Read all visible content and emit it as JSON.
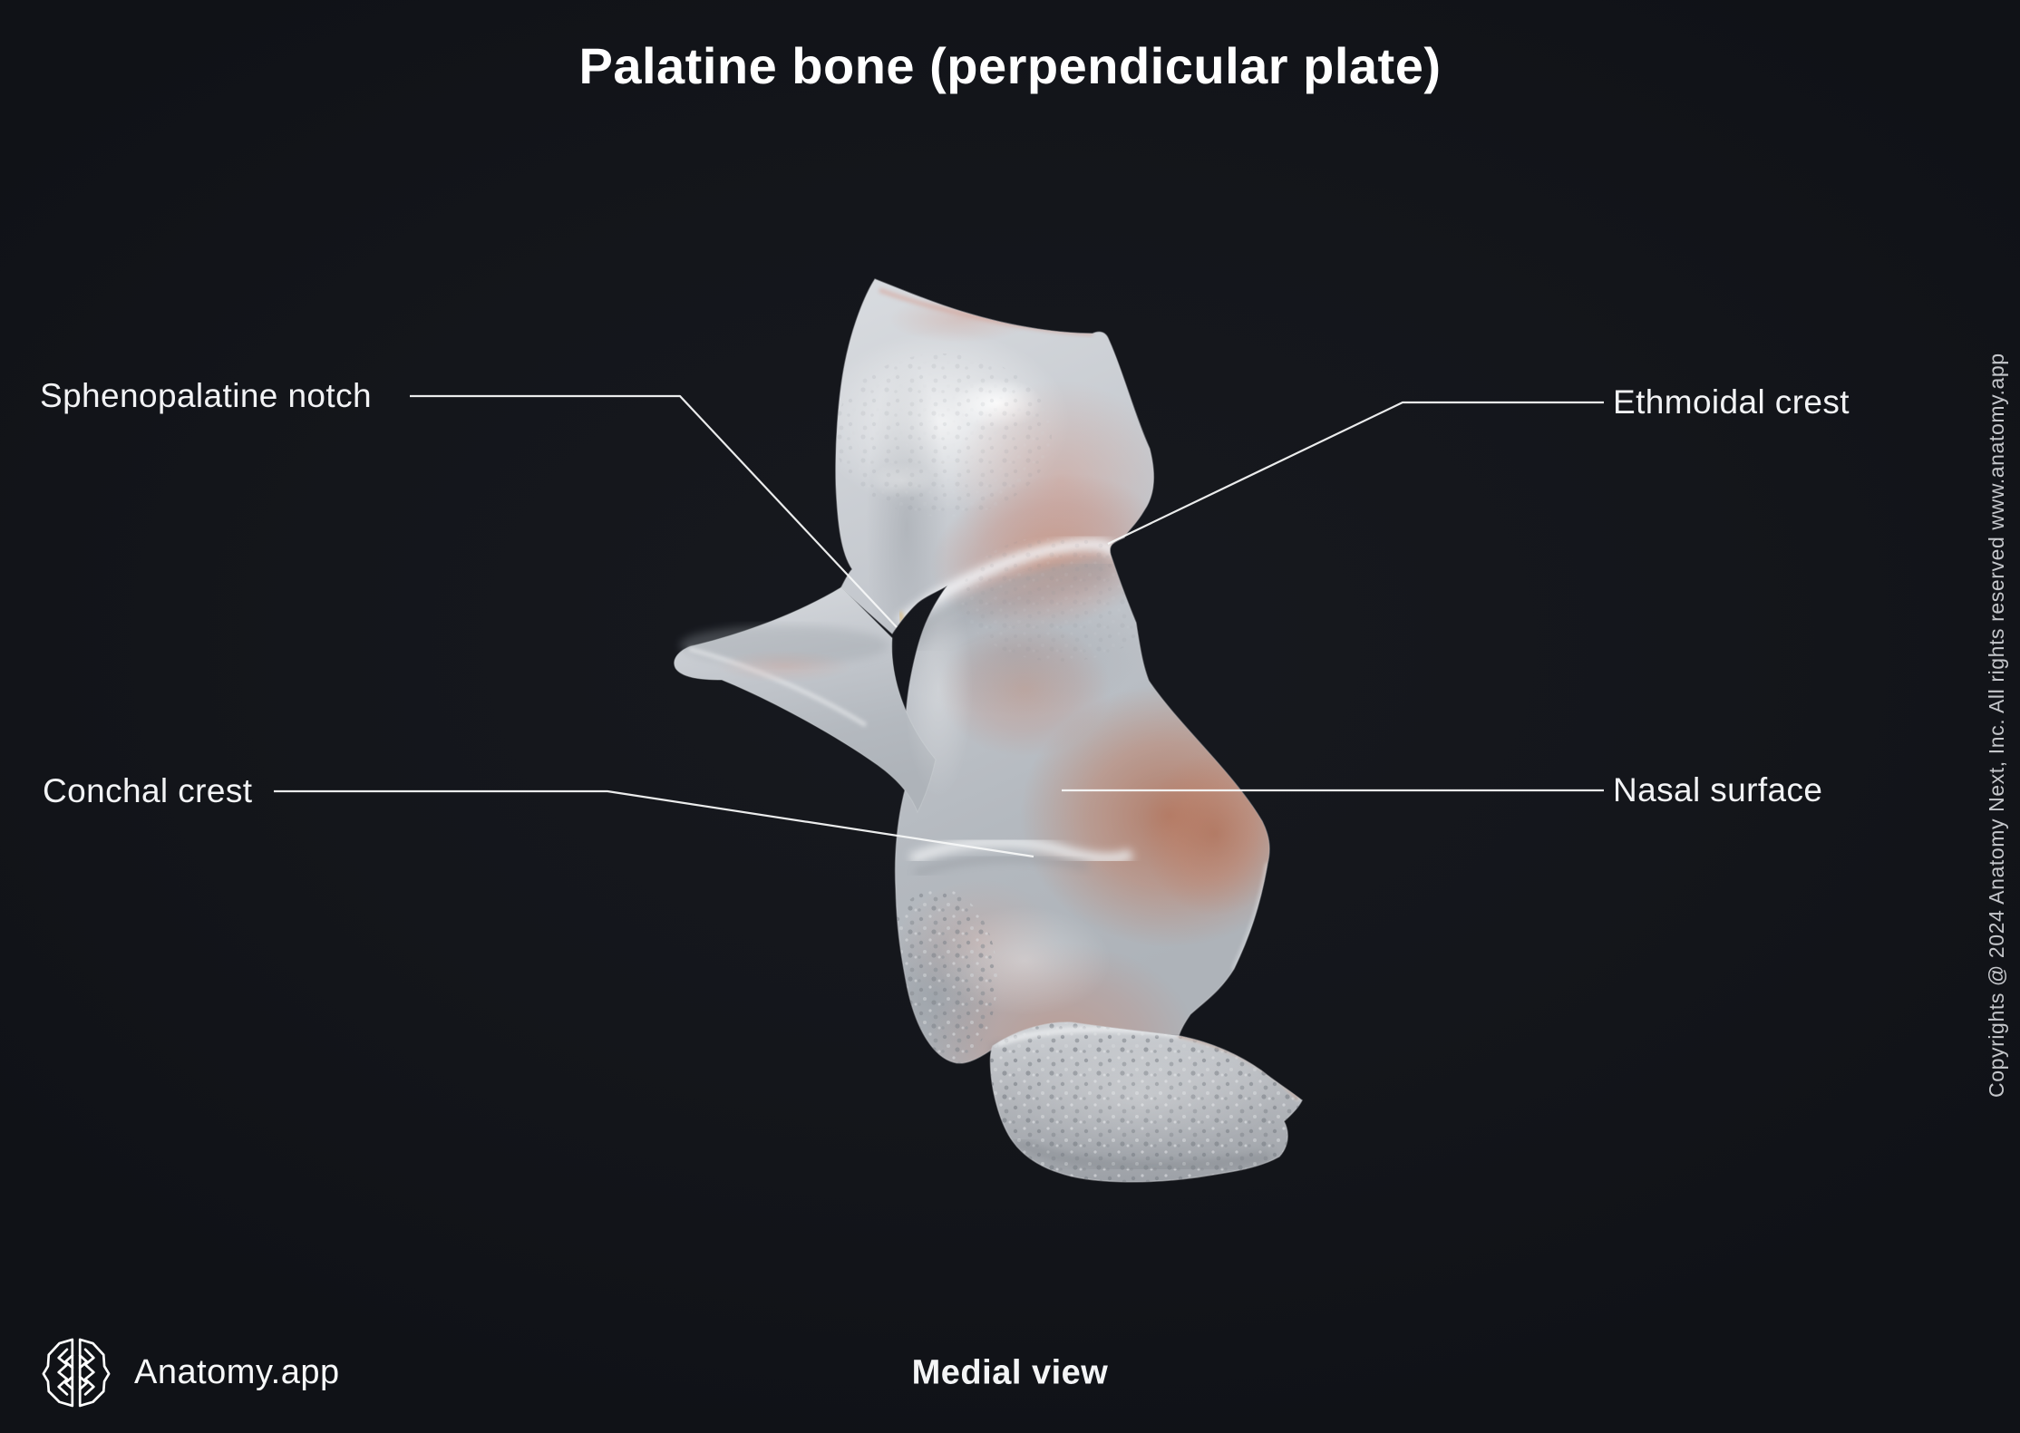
{
  "title": "Palatine bone (perpendicular plate)",
  "view_label": "Medial view",
  "brand": {
    "name": "Anatomy.app",
    "logo_icon": "brain-logo-icon"
  },
  "copyright": "Copyrights @ 2024 Anatomy Next, Inc. All rights reserved www.anatomy.app",
  "labels": [
    {
      "id": "sphenopalatine-notch",
      "text": "Sphenopalatine notch",
      "side": "left"
    },
    {
      "id": "ethmoidal-crest",
      "text": "Ethmoidal crest",
      "side": "right"
    },
    {
      "id": "conchal-crest",
      "text": "Conchal crest",
      "side": "left"
    },
    {
      "id": "nasal-surface",
      "text": "Nasal surface",
      "side": "right"
    }
  ],
  "figure": {
    "subject": "3D render of palatine bone, perpendicular plate, medial view",
    "icon": "bone-illustration"
  },
  "colors": {
    "background": "#14161b",
    "title_text": "#ffffff",
    "label_text": "#f2f3f5",
    "muted_text": "#c5c7cb",
    "leader_line": "#f7f8f8",
    "bone_base": "#c3c7cc",
    "bone_highlight": "#eef0f2",
    "bone_shadow": "#8d9298",
    "bone_orange": "#bf7a5f",
    "bone_pink": "#cf9b8d"
  }
}
